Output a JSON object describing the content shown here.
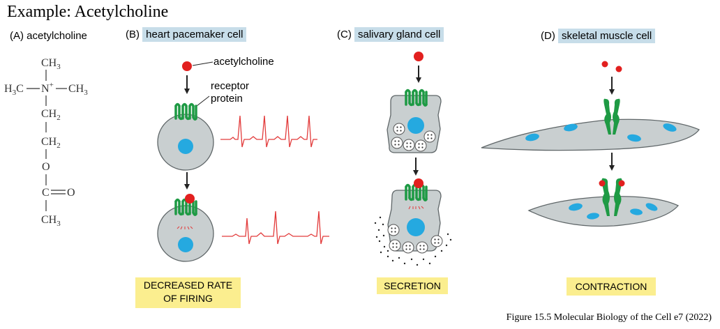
{
  "title": "Example: Acetylcholine",
  "panels": {
    "a": {
      "letter": "(A)",
      "label": "acetylcholine"
    },
    "b": {
      "letter": "(B)",
      "label": "heart pacemaker cell"
    },
    "c": {
      "letter": "(C)",
      "label": "salivary gland cell"
    },
    "d": {
      "letter": "(D)",
      "label": "skeletal muscle cell"
    }
  },
  "structure": {
    "ch3_top": "CH",
    "h3c": "H",
    "h3c_c": "C",
    "n": "N",
    "n_charge": "+",
    "ch3_right": "CH",
    "ch2_a": "CH",
    "ch2_b": "CH",
    "o": "O",
    "c": "C",
    "o_double": "O",
    "ch3_bottom": "CH",
    "sub3": "3",
    "sub2": "2"
  },
  "annotations": {
    "ligand": "acetylcholine",
    "receptor_line1": "receptor",
    "receptor_line2": "protein"
  },
  "outcomes": {
    "b_line1": "DECREASED RATE",
    "b_line2": "OF FIRING",
    "c": "SECRETION",
    "d": "CONTRACTION"
  },
  "caption": "Figure 15.5 Molecular Biology of the Cell e7 (2022)",
  "colors": {
    "ligand": "#e2201f",
    "receptor": "#1e9a44",
    "cell": "#c9cfd0",
    "cell_stroke": "#5f6668",
    "nucleus": "#25a9e0",
    "label_bg": "#c7dde9",
    "outcome_bg": "#fbee8f",
    "trace": "#e23a3a"
  }
}
